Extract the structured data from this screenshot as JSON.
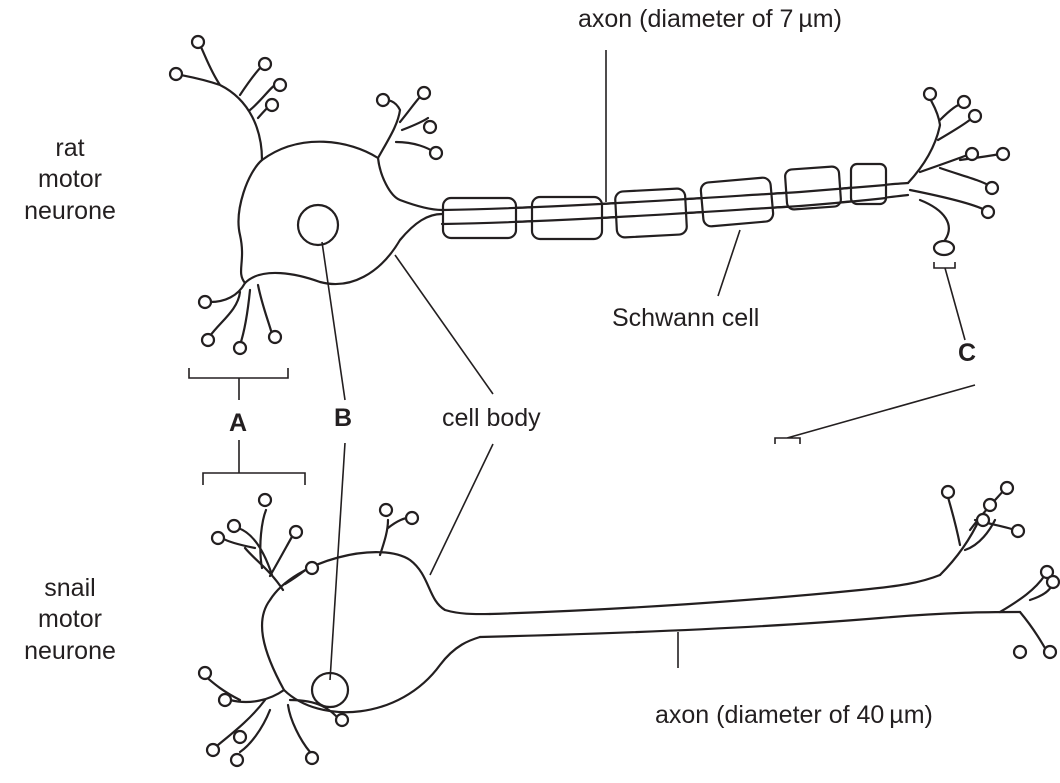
{
  "labels": {
    "rat_neurone": [
      "rat",
      "motor",
      "neurone"
    ],
    "snail_neurone": [
      "snail",
      "motor",
      "neurone"
    ],
    "rat_axon": "axon (diameter of 7 µm)",
    "snail_axon": "axon (diameter of 40 µm)",
    "schwann_cell": "Schwann cell",
    "cell_body": "cell body",
    "A": "A",
    "B": "B",
    "C": "C"
  },
  "colors": {
    "ink": "#231f20",
    "background": "#ffffff"
  }
}
